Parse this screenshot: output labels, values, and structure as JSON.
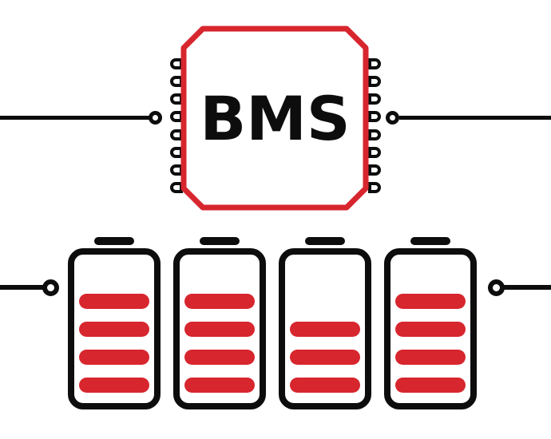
{
  "chip": {
    "label": "BMS",
    "pins_per_side": 8
  },
  "battery_pack": {
    "max_segments": 5,
    "cells": [
      {
        "segments": 4
      },
      {
        "segments": 4
      },
      {
        "segments": 3
      },
      {
        "segments": 4
      }
    ]
  },
  "colors": {
    "accent_red": "#d7262e",
    "line_black": "#0d0d0d",
    "background": "#ffffff"
  }
}
